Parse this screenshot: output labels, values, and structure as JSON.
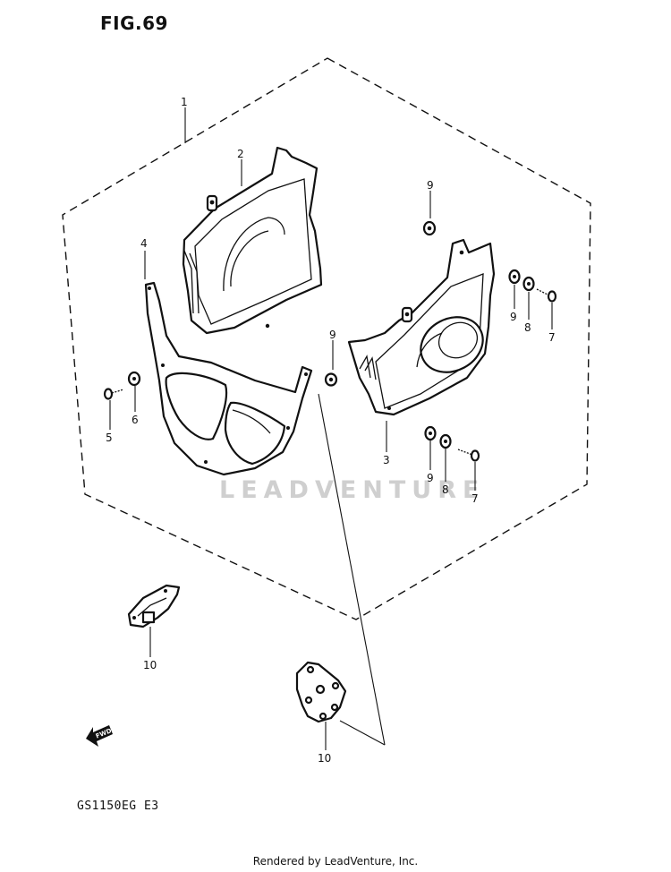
{
  "figure": {
    "title": "FIG.69"
  },
  "model_code": "GS1150EG  E3",
  "watermark": "LEADVENTURE",
  "fwd_label": "FWD",
  "footer": "Rendered by LeadVenture, Inc.",
  "callouts": {
    "c1": "1",
    "c2": "2",
    "c3": "3",
    "c4": "4",
    "c5": "5",
    "c6": "6",
    "c7a": "7",
    "c7b": "7",
    "c8a": "8",
    "c8b": "8",
    "c9a": "9",
    "c9b": "9",
    "c9c": "9",
    "c9d": "9",
    "c10a": "10",
    "c10b": "10"
  }
}
